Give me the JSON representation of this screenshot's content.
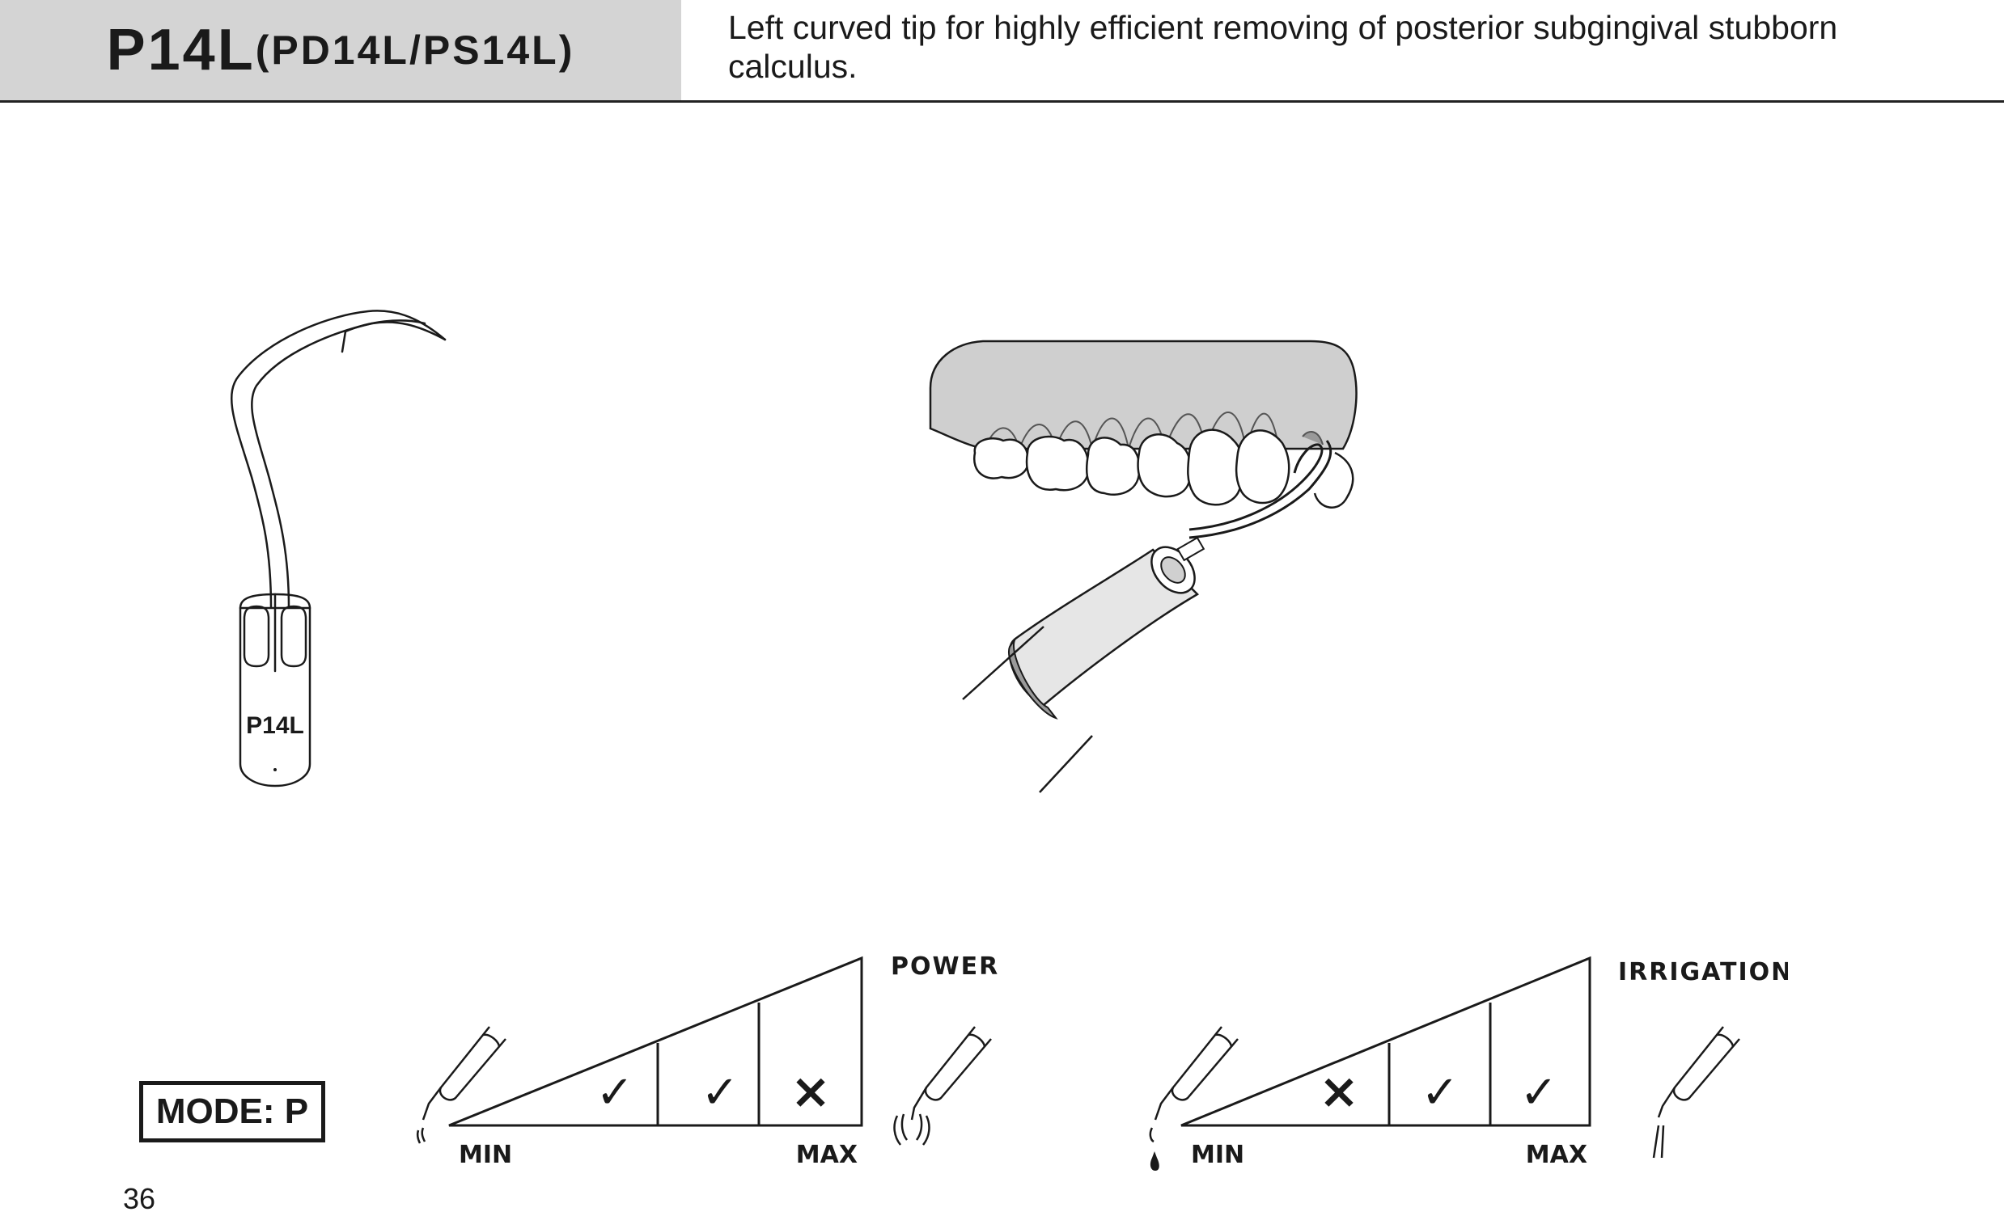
{
  "header": {
    "model": "P14L",
    "variants": "(PD14L/PS14L)",
    "description": "Left curved tip for highly efficient removing of posterior subgingival stubborn calculus."
  },
  "tip_drawing": {
    "engraving": "P14L"
  },
  "mode": {
    "label": "MODE: P"
  },
  "power_scale": {
    "title": "POWER",
    "min_label": "MIN",
    "max_label": "MAX",
    "marks": [
      "✓",
      "✓",
      "×"
    ]
  },
  "irrigation_scale": {
    "title": "IRRIGATION",
    "min_label": "MIN",
    "max_label": "MAX",
    "marks": [
      "×",
      "✓",
      "✓"
    ]
  },
  "page_number": "36",
  "colors": {
    "header_band": "#d4d4d4",
    "line": "#1a1a1a",
    "gum": "#cfcfcf"
  }
}
